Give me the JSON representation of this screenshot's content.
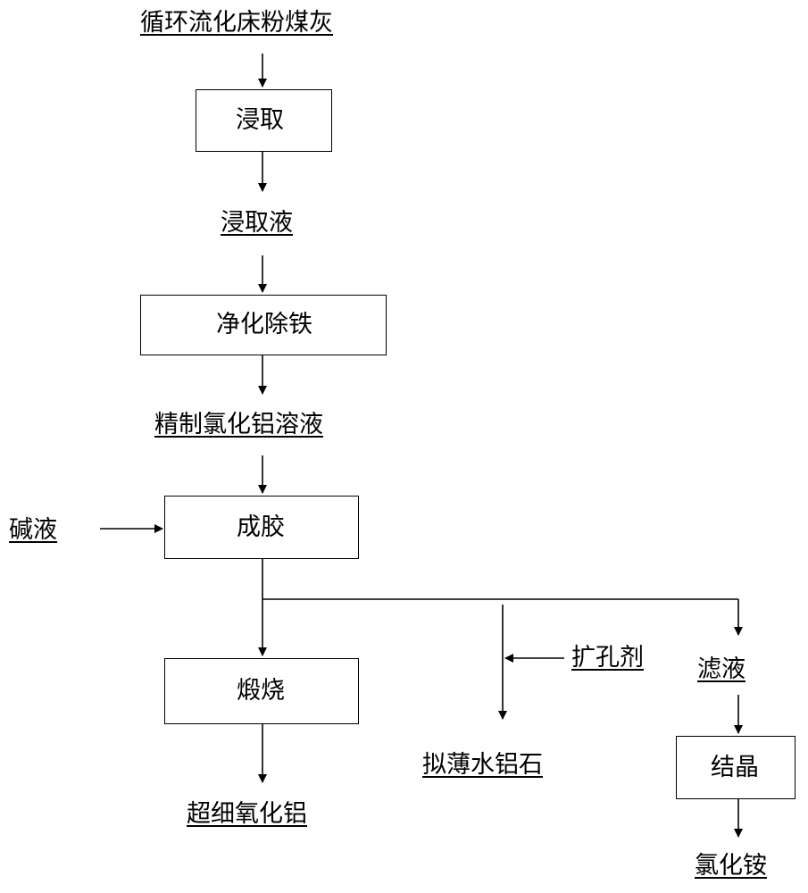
{
  "nodes": {
    "source": "循环流化床粉煤灰",
    "leach": "浸取",
    "leachate": "浸取液",
    "purify": "净化除铁",
    "refined": "精制氯化铝溶液",
    "alkali": "碱液",
    "gel": "成胶",
    "calcine": "煅烧",
    "ultrafine": "超细氧化铝",
    "pore_agent": "扩孔剂",
    "boehmite": "拟薄水铝石",
    "filtrate": "滤液",
    "crystallize": "结晶",
    "ammonium_chloride": "氯化铵"
  }
}
